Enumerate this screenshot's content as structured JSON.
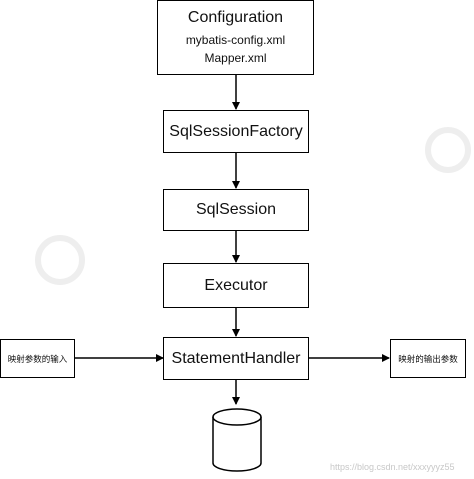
{
  "diagram": {
    "configuration": {
      "title": "Configuration",
      "line1": "mybatis-config.xml",
      "line2": "Mapper.xml"
    },
    "sql_session_factory": "SqlSessionFactory",
    "sql_session": "SqlSession",
    "executor": "Executor",
    "statement_handler": "StatementHandler",
    "input_mapping": "映射参数的输入",
    "output_mapping": "映射的输出参数",
    "watermark": "https://blog.csdn.net/xxxyyyz55"
  }
}
